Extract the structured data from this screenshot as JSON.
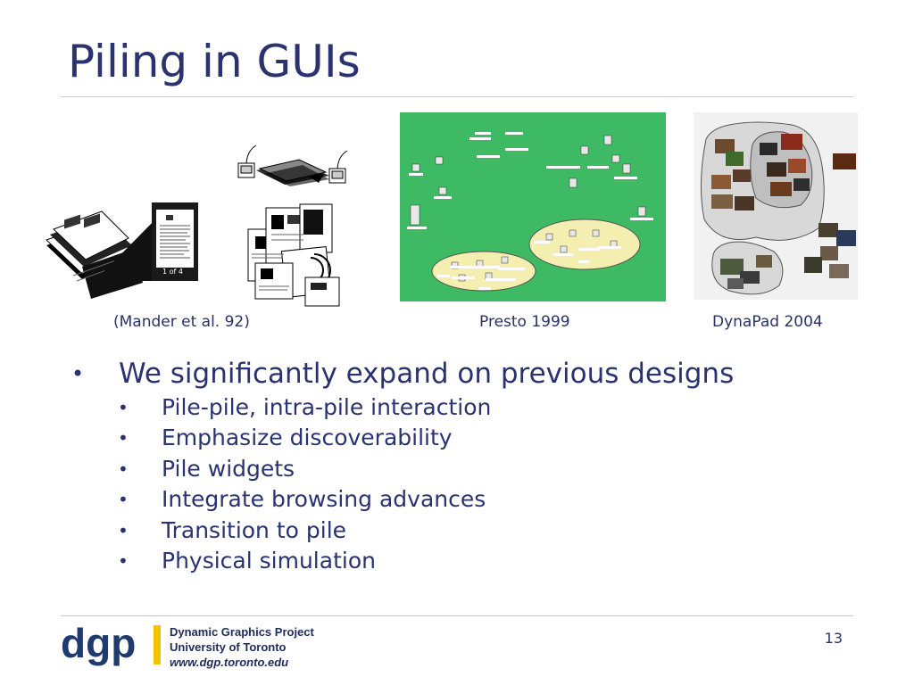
{
  "slide": {
    "title": "Piling in GUIs",
    "page_number": "13"
  },
  "figures": {
    "mander": {
      "caption": "(Mander et al. 92)",
      "inset_label": "1 of 4"
    },
    "presto": {
      "caption": "Presto 1999",
      "background": "#3dba63",
      "pile_color": "#f4eeb0"
    },
    "dynapad": {
      "caption": "DynaPad 2004"
    }
  },
  "bullets": {
    "main": "We significantly expand on previous designs",
    "sub": [
      "Pile-pile, intra-pile interaction",
      "Emphasize discoverability",
      "Pile widgets",
      "Integrate browsing advances",
      "Transition to pile",
      "Physical simulation"
    ],
    "marker": "•"
  },
  "footer": {
    "logo_text": "dgp",
    "org_line1": "Dynamic Graphics Project",
    "org_line2": "University of Toronto",
    "org_line3": "www.dgp.toronto.edu",
    "logo_color": "#1f3a6e",
    "accent_color": "#f2c200"
  }
}
